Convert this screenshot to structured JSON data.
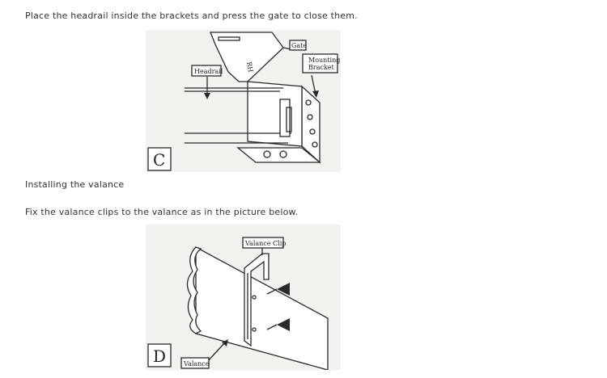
{
  "instructions": {
    "step_c": "Place the headrail inside the brackets and press the gate to close them.",
    "section_heading": "Installing the valance",
    "step_d": "Fix the valance clips to the valance as in the picture below."
  },
  "figure_c": {
    "letter": "C",
    "labels": {
      "gate": "Gate",
      "headrail": "Headrail",
      "mounting_1": "Mounting",
      "mounting_2": "Bracket",
      "rh": "RH"
    }
  },
  "figure_d": {
    "letter": "D",
    "labels": {
      "valance_clip": "Valance Clip",
      "valance": "Valance"
    }
  }
}
